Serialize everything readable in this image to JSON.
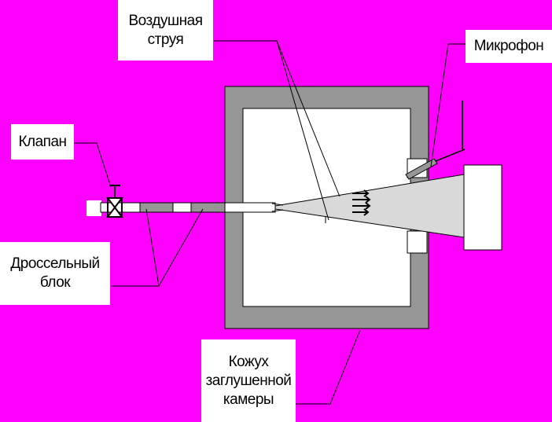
{
  "labels": {
    "air_jet": [
      "Воздушная",
      "струя"
    ],
    "microphone": [
      "Микрофон"
    ],
    "valve": [
      "Клапан"
    ],
    "throttle_block": [
      "Дроссельный",
      "блок"
    ],
    "chamber_casing": [
      "Кожух",
      "заглушенной",
      "камеры"
    ]
  },
  "colors": {
    "background": "#ff00ff",
    "casing": "#969696",
    "chamber_interior": "#ffffff",
    "jet_cone": "#d9d9d9",
    "label_background": "#ffffff",
    "line": "#000000"
  },
  "icons": {
    "valve": "valve-icon",
    "flow_arrows": "flow-arrows-icon",
    "microphone": "microphone-icon"
  }
}
